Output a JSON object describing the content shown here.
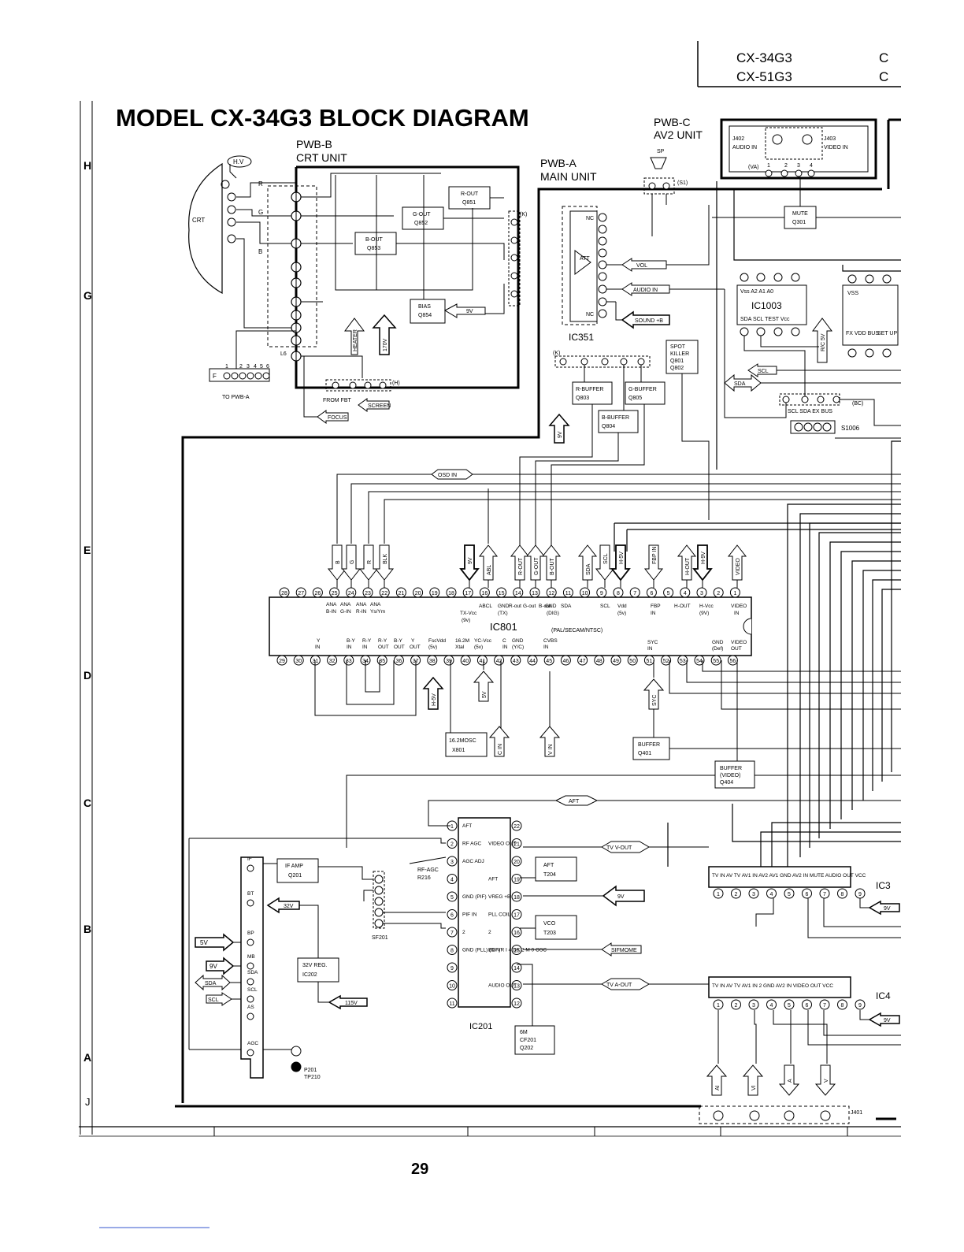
{
  "header": {
    "models_left": [
      "CX-34G3",
      "CX-51G3"
    ],
    "models_right": [
      "C",
      "C"
    ]
  },
  "title": "MODEL CX-34G3 BLOCK DIAGRAM",
  "page_number": "29",
  "grid_rows": [
    "H",
    "G",
    "E",
    "D",
    "C",
    "B",
    "A",
    "J"
  ],
  "units": {
    "pwb_b": [
      "PWB-B",
      "CRT UNIT"
    ],
    "pwb_a": [
      "PWB-A",
      "MAIN UNIT"
    ],
    "pwb_c": [
      "PWB-C",
      "AV2 UNIT"
    ]
  },
  "crt_unit": {
    "crt_label": "CRT",
    "hv_label": "H.V",
    "l6_label": "L6",
    "to_pwba": "TO PWB-A",
    "connector_f": [
      "F",
      "1",
      "2",
      "3",
      "4",
      "5",
      "6"
    ],
    "from_fbt": "FROM FBT",
    "screen": "SCREEN",
    "focus": "FOCUS",
    "heater": "HEATER",
    "v170": "170V",
    "v9": "9V",
    "h_label": "(H)",
    "k_label": "(K)",
    "blocks": [
      {
        "id": "rout",
        "lines": [
          "R-OUT",
          "Q851"
        ]
      },
      {
        "id": "gout",
        "lines": [
          "G-OUT",
          "Q852"
        ]
      },
      {
        "id": "bout",
        "lines": [
          "B-OUT",
          "Q853"
        ]
      },
      {
        "id": "bias",
        "lines": [
          "BIAS",
          "Q854"
        ]
      }
    ],
    "rgb": [
      "R",
      "G",
      "B"
    ]
  },
  "av2": {
    "j402": [
      "J402",
      "AUDIO IN"
    ],
    "j403": [
      "J403",
      "VIDEO IN"
    ],
    "va": "(VA)",
    "sp": "SP",
    "s1": "(S1)",
    "pins": [
      "1",
      "2",
      "3",
      "4"
    ]
  },
  "ic351": {
    "label": "IC351",
    "nc": "NC",
    "att": "ATT",
    "vol": "VOL",
    "audio_in": "AUDIO IN",
    "sound": "SOUND +B"
  },
  "mute": [
    "MUTE",
    "Q301"
  ],
  "spot_killer": [
    "SPOT",
    "KILLER",
    "Q801",
    "Q802"
  ],
  "buffers_rgb": [
    {
      "id": "rbuf",
      "lines": [
        "R-BUFFER",
        "Q803"
      ]
    },
    {
      "id": "gbuf",
      "lines": [
        "G-BUFFER",
        "Q805"
      ]
    },
    {
      "id": "bbuf",
      "lines": [
        "B-BUFFER",
        "Q804"
      ]
    }
  ],
  "ic1003": {
    "label": "IC1003",
    "top_pins": "Vss A2 A1 A0",
    "bottom_pins": "SDA SCL TEST Vcc",
    "rc5v": "R/C 5V",
    "scl": "SCL",
    "sda": "SDA",
    "bc_pins": "SCL SDA EX BUS",
    "bc": "(BC)",
    "s1006": "S1006",
    "right_labels": [
      "VSS",
      "FX VDD BUS",
      "SET UP"
    ]
  },
  "ic801": {
    "label": "IC801",
    "system": "(PAL/SECAM/NTSC)",
    "osd": "OSD IN",
    "top_arrows": [
      "B",
      "G",
      "R",
      "BLK",
      "9V",
      "ABL",
      "R-OUT",
      "G-OUT",
      "B-OUT",
      "SDA",
      "SCL",
      "H-5V",
      "FBP IN",
      "H-OUT",
      "H-9V",
      "VIDEO"
    ],
    "top_texts": [
      "ANA",
      "ANA",
      "ANA",
      "ANA",
      "B-IN",
      "G-IN",
      "R-IN",
      "Ys/Ym",
      "ABCL",
      "TX-Vcc",
      "(9v)",
      "GND",
      "(TX)",
      "R-out",
      "G-out",
      "B-out",
      "GND",
      "(DIG)",
      "SDA",
      "SCL",
      "Vdd",
      "(5v)",
      "FBP",
      "IN",
      "H-OUT",
      "H-Vcc",
      "(9V)",
      "VIDEO",
      "IN"
    ],
    "bottom_texts": [
      "Y",
      "IN",
      "B-Y",
      "IN",
      "R-Y",
      "IN",
      "R-Y",
      "OUT",
      "B-Y",
      "OUT",
      "Y",
      "OUT",
      "FscVdd",
      "(5v)",
      "16.2M",
      "Xtal",
      "YC-Vcc",
      "(5v)",
      "C",
      "IN",
      "GND",
      "(Y/C)",
      "CVBS",
      "IN",
      "SYC",
      "IN",
      "GND",
      "(Def)",
      "VIDEO",
      "OUT"
    ],
    "bottom_arrows": [
      "H-5V",
      "5V",
      "C IN",
      "V IN",
      "SYC"
    ],
    "osc": [
      "16.2MOSC",
      "X801"
    ],
    "buffer": [
      "BUFFER",
      "Q401"
    ],
    "buffer_video": [
      "BUFFER",
      "(VIDEO)",
      "Q404"
    ]
  },
  "ic201": {
    "label": "IC201",
    "aft_bus": "AFT",
    "tv_vout": "TV V-OUT",
    "tv_aout": "TV A-OUT",
    "v9": "9V",
    "sifmome": "SIFMOME",
    "left_pins": [
      "AFT",
      "RF AGC",
      "AGC ADJ",
      "",
      "GND (PIF)",
      "PIF IN",
      "2",
      "GND (PLL) (SIF)",
      "",
      "",
      ""
    ],
    "right_pins": [
      "",
      "VIDEO OUT",
      "",
      "AFT",
      "VREG +B",
      "PLL COIL",
      "2",
      "BG VR I 4 DK 2 M 0 OSC",
      "",
      "AUDIO OUT",
      ""
    ],
    "rf_agc": [
      "RF-AGC",
      "R216"
    ],
    "aft": [
      "AFT",
      "T204"
    ],
    "vco": [
      "VCO",
      "T203"
    ],
    "cf201": [
      "6M",
      "CF201",
      "Q202"
    ],
    "sf201": "SF201"
  },
  "tuner": {
    "pins": [
      "IF",
      "BT",
      "BP",
      "MB",
      "SDA",
      "SCL",
      "AS",
      "AGC"
    ],
    "if_amp": [
      "IF AMP",
      "Q201"
    ],
    "reg32": [
      "32V REG.",
      "IC202"
    ],
    "v32": "32V",
    "v115": "115V",
    "arrows": [
      "5V",
      "9V",
      "SDA",
      "SCL"
    ],
    "p201": [
      "P201",
      "TP210"
    ]
  },
  "switch_ic1": {
    "labels": "TV IN AV TV AV1 IN AV2 AV1 GND AV2 IN MUTE AUDIO OUT VCC",
    "ic": "IC3",
    "v9": "9V",
    "pins": [
      "1",
      "2",
      "3",
      "4",
      "5",
      "6",
      "7",
      "8",
      "9"
    ]
  },
  "switch_ic2": {
    "labels": "TV IN AV TV AV1 IN 2 GND AV2 IN VIDEO OUT VCC",
    "ic": "IC4",
    "v9": "9V",
    "pins": [
      "1",
      "2",
      "3",
      "4",
      "5",
      "6",
      "7",
      "8",
      "9"
    ]
  },
  "j401": {
    "label": "J401",
    "arrows": [
      "AI",
      "VI",
      "A",
      "V"
    ]
  }
}
